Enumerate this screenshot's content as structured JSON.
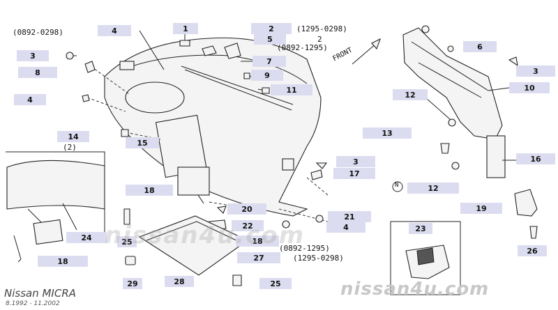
{
  "notes": {
    "top_left_range": "(0892-0298)",
    "top_range_a": "(1295-0298)",
    "top_range_b": "(0892-1295)",
    "variant_two": "2",
    "front_label": "FRONT",
    "inset_label": "(2)",
    "circle_n": "N",
    "lower_range_a": "(0892-1295)",
    "lower_range_b": "(1295-0298)"
  },
  "callouts": [
    "4",
    "1",
    "2",
    "5",
    "3",
    "6",
    "8",
    "7",
    "9",
    "3",
    "4",
    "11",
    "10",
    "12",
    "14",
    "15",
    "13",
    "3",
    "17",
    "16",
    "18",
    "20",
    "21",
    "19",
    "4",
    "22",
    "23",
    "24",
    "25",
    "18",
    "26",
    "18",
    "27",
    "29",
    "28",
    "25",
    "12"
  ],
  "brand": {
    "model": "Nissan MICRA",
    "years": "8.1992 - 11.2002",
    "watermark": "nissan4u.com",
    "mid_watermark": "nissan4u.com"
  }
}
